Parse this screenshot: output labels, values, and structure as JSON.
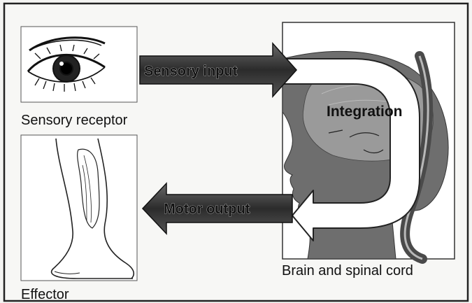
{
  "labels": {
    "sensory_input": "Sensory input",
    "integration": "Integration",
    "motor_output": "Motor output",
    "sensory_receptor": "Sensory receptor",
    "effector": "Effector",
    "brain_spinal_cord": "Brain and spinal cord"
  }
}
